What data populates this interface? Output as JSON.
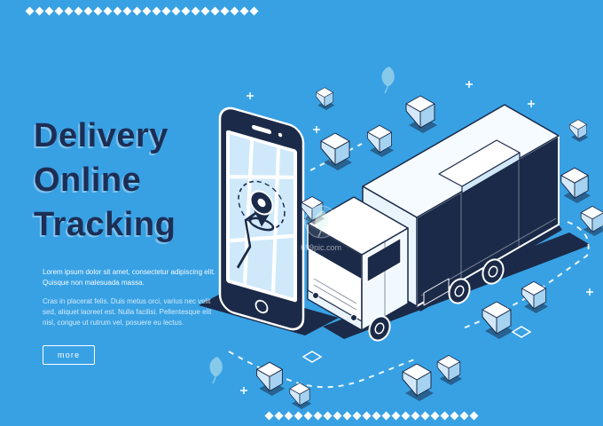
{
  "banner": {
    "title_lines": [
      "Delivery",
      "Online",
      "Tracking"
    ],
    "intro_paragraph": "Lorem ipsum dolor sit amet, consectetur adipiscing elit. Quisque non malesuada massa.",
    "body_paragraph": "Cras in placerat felis. Duis metus orci, varius nec velit sed, aliquet laoreet est. Nulla facilisi. Pellentesque elit nisl, congue ut rutrum vel, posuere eu lectus.",
    "cta_label": "more"
  },
  "decor": {
    "top_diamond_count": 24,
    "bottom_diamond_count": 22
  },
  "watermark": {
    "domain": "699pic.com"
  },
  "colors": {
    "background": "#38a1e4",
    "ink": "#1b2a48",
    "heading": "#1d2e55",
    "white": "#ffffff",
    "map_fill": "#cfe9fb"
  },
  "illustration": {
    "phone_screen": "map with location pin",
    "vehicle": "delivery box truck",
    "props": "parcel boxes and dashed routes"
  }
}
